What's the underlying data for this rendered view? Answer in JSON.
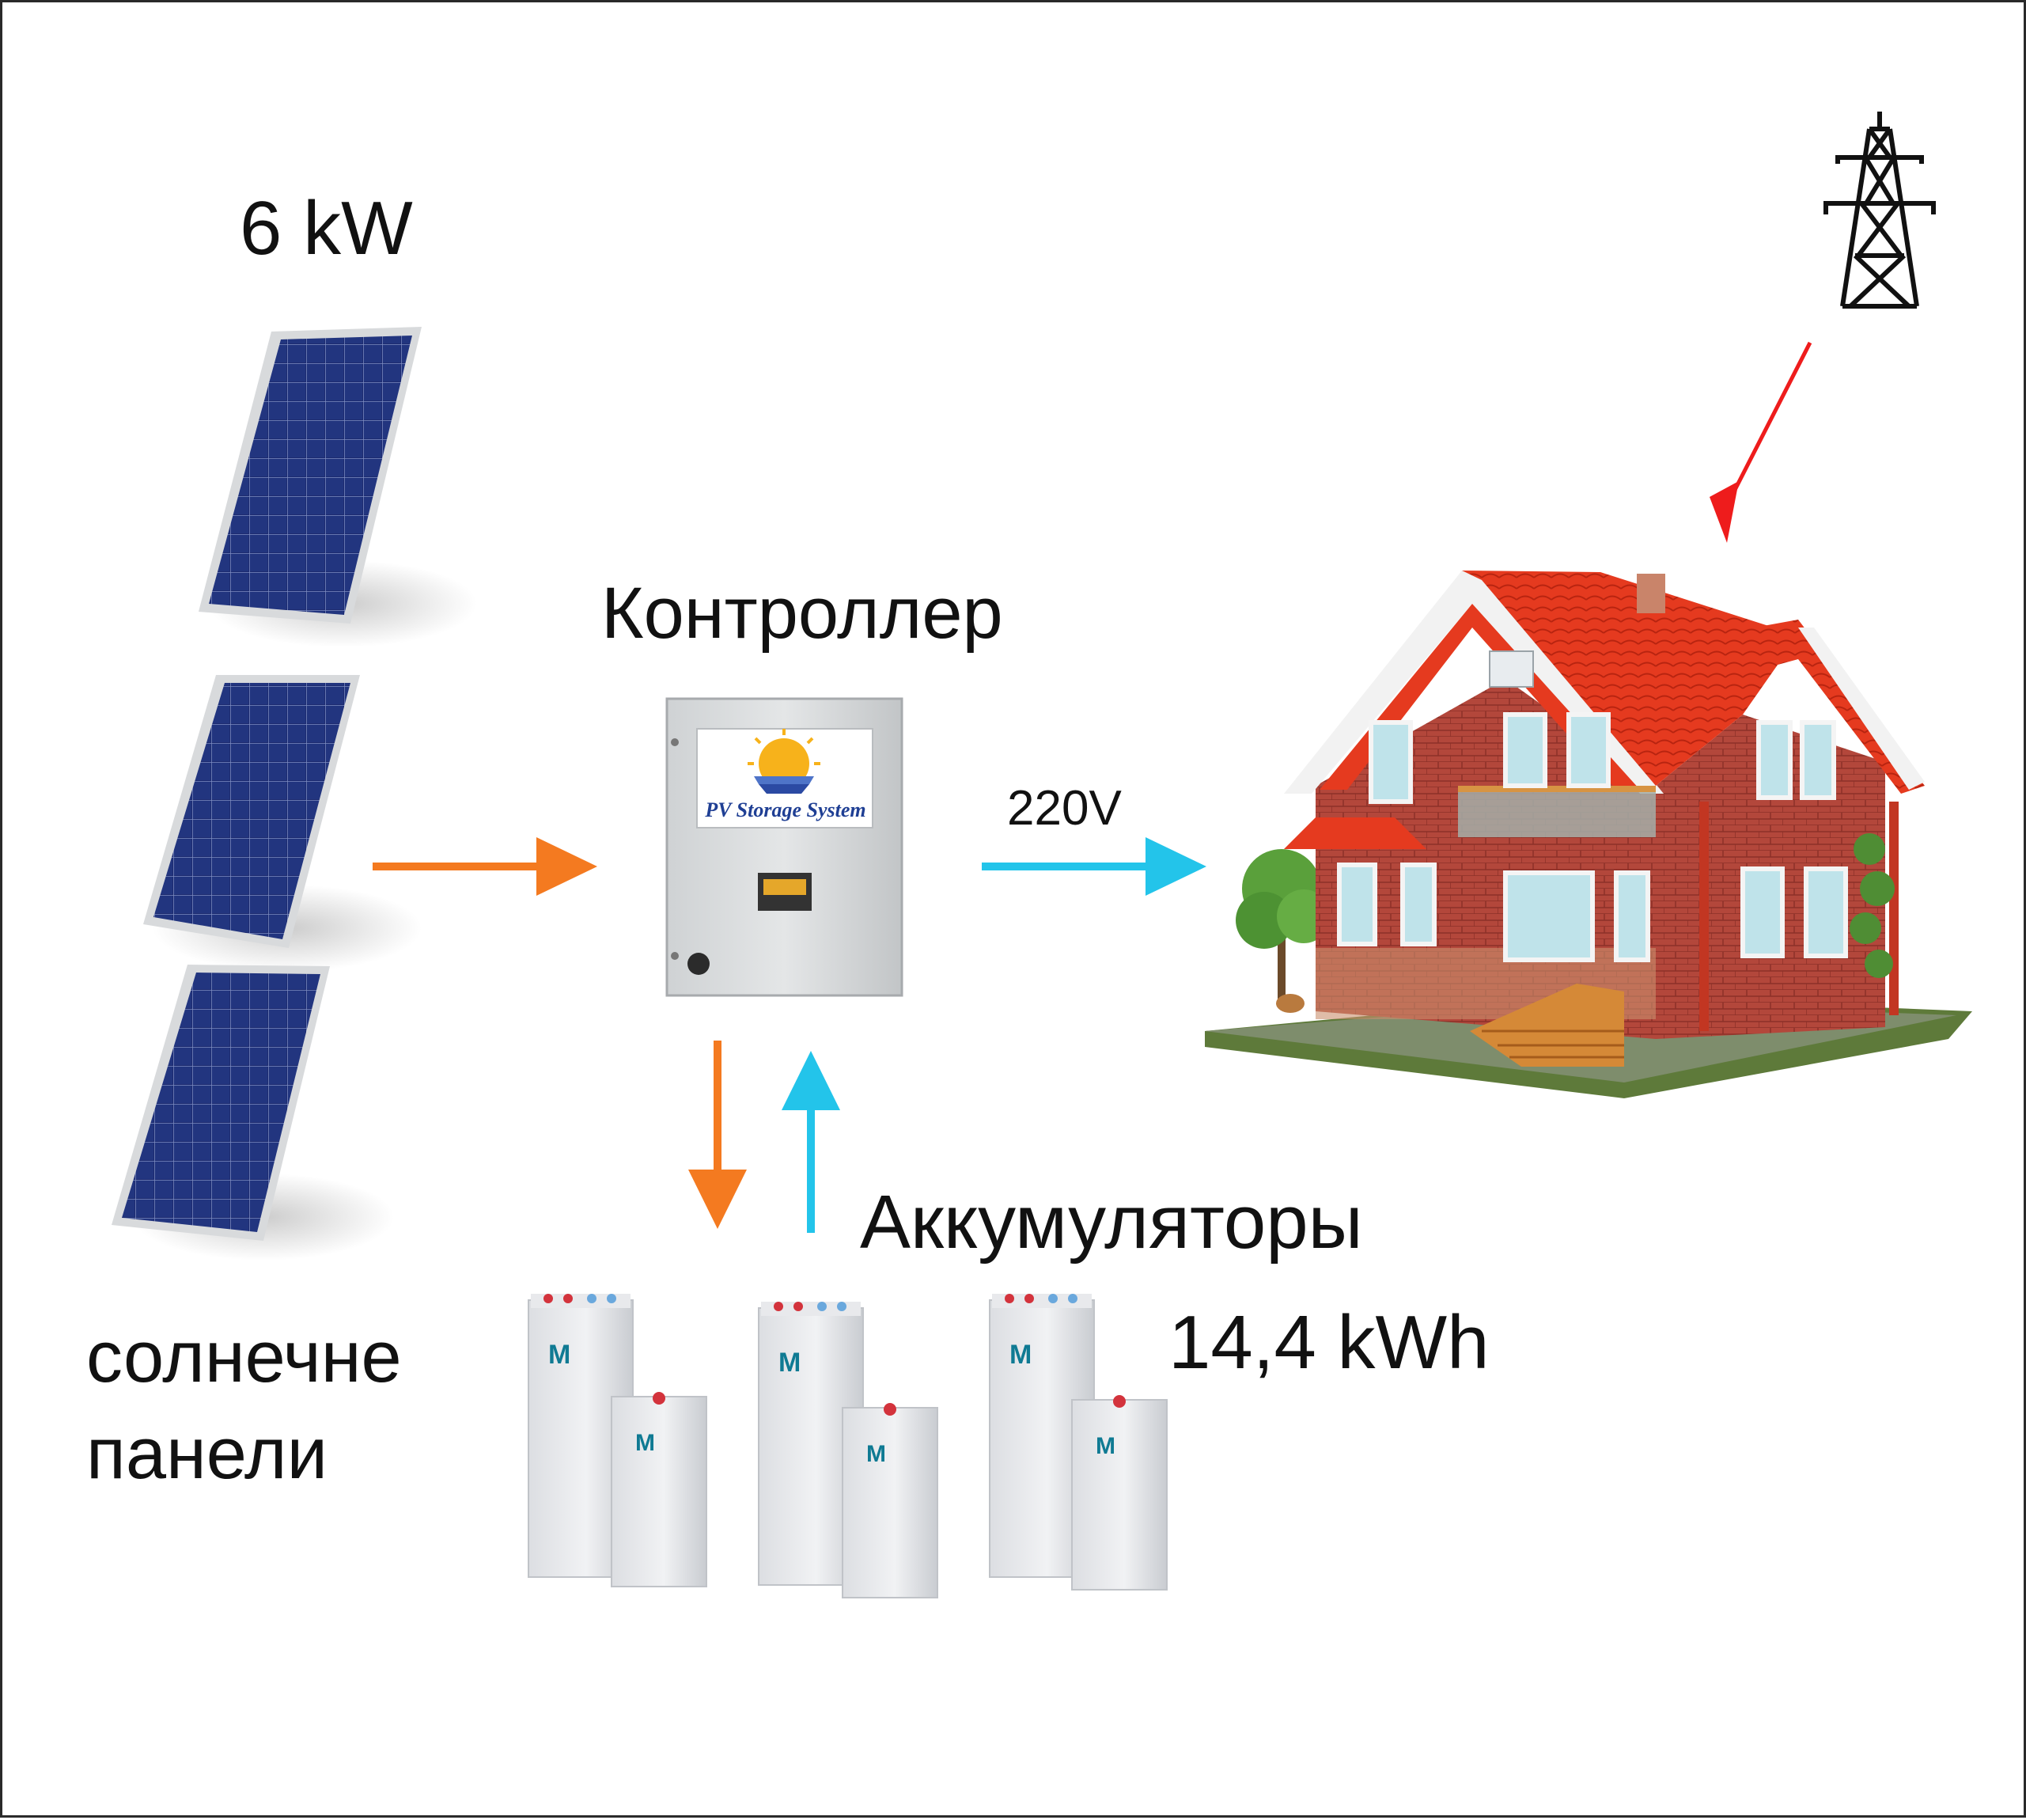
{
  "labels": {
    "panel_power": "6 kW",
    "controller": "Контроллер",
    "output_voltage": "220V",
    "batteries": "Аккумуляторы",
    "battery_capacity": "14,4 kWh",
    "panels_line1": "солнечне",
    "panels_line2": "панели"
  },
  "controller_brand": "PV Storage System",
  "icons": {
    "panels": "solar-panel-icon",
    "controller": "controller-cabinet-icon",
    "batteries": "battery-icon",
    "house": "house-icon",
    "grid": "power-tower-icon"
  },
  "colors": {
    "solar_flow": "#f47a20",
    "ac_flow": "#23c4ea",
    "grid_flow": "#ee1c1c",
    "panel_cell": "#1b2a6b",
    "roof": "#e53a1f",
    "brick": "#b3473b"
  }
}
